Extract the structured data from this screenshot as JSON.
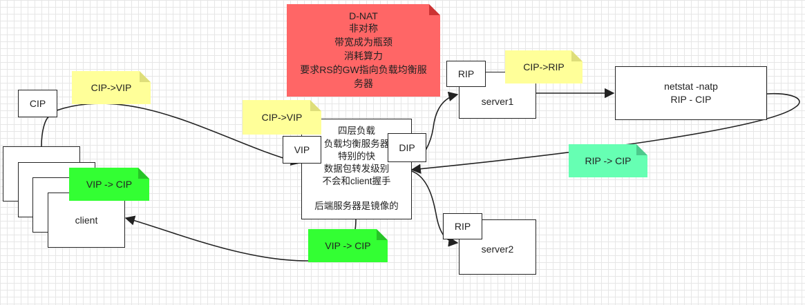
{
  "red_note": {
    "lines": [
      "D-NAT",
      "非对称",
      "带宽成为瓶颈",
      "消耗算力",
      "要求RS的GW指向负载均衡服",
      "务器"
    ],
    "color": "#ff6666",
    "fold_color": "#cc3333"
  },
  "notes": {
    "cip_vip_left": "CIP->VIP",
    "cip_vip_mid": "CIP->VIP",
    "cip_rip": "CIP->RIP",
    "rip_cip": "RIP -> CIP",
    "vip_cip_client": "VIP -> CIP",
    "vip_cip_bottom": "VIP -> CIP"
  },
  "colors": {
    "yellow": "#ffff99",
    "yellow_fold": "#dede7a",
    "green": "#33ff33",
    "green_fold": "#27c427",
    "teal": "#66ffb3",
    "teal_fold": "#4cc98c"
  },
  "boxes": {
    "cip": "CIP",
    "client": "client",
    "vip": "VIP",
    "dip": "DIP",
    "rip1": "RIP",
    "rip2": "RIP",
    "server1": "server1",
    "server2": "server2"
  },
  "lb": {
    "lines": [
      "四层负载",
      "负载均衡服务器",
      "特别的快",
      "数据包转发级别",
      "不会和client握手",
      "",
      "后端服务器是镜像的"
    ]
  },
  "netstat": {
    "lines": [
      "netstat -natp",
      "RIP - CIP"
    ]
  }
}
